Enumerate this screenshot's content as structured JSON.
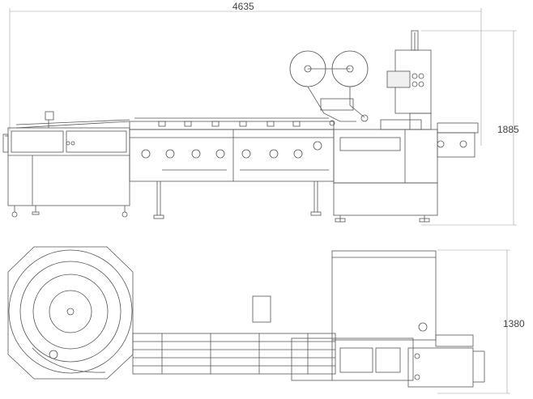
{
  "dimensions": {
    "overall_length": "4635",
    "machine_height": "1885",
    "machine_width": "1380"
  },
  "colors": {
    "line": "#555555",
    "dim_line": "#9a9a9a",
    "panel": "#f0f0f0"
  }
}
